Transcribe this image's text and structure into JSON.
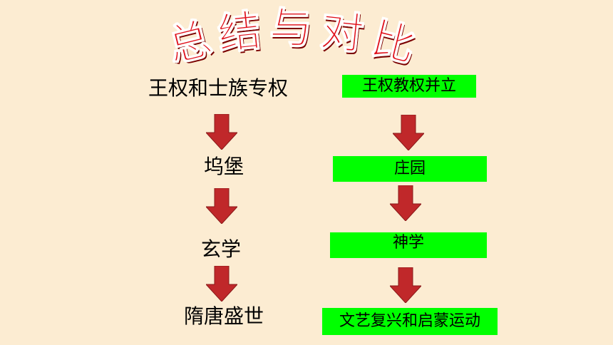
{
  "title": {
    "chars": [
      "总",
      "结",
      "与",
      "对",
      "比"
    ]
  },
  "left_column": {
    "items": [
      "王权和士族专权",
      "坞堡",
      "玄学",
      "隋唐盛世"
    ]
  },
  "right_column": {
    "items": [
      "王权教权并立",
      "庄园",
      "神学",
      "文艺复兴和启蒙运动"
    ]
  },
  "colors": {
    "background": "#fcecd2",
    "title_red": "#e0101a",
    "box_green": "#00ff00",
    "arrow_red": "#c0282a"
  },
  "icons": {
    "arrow": "down-arrow-icon"
  }
}
